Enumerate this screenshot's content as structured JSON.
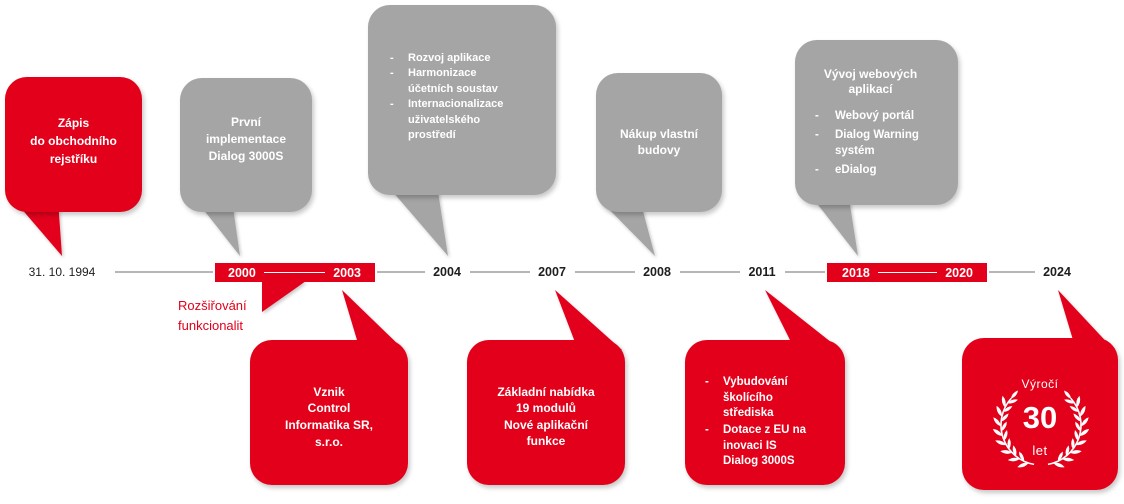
{
  "colors": {
    "red": "#e2001a",
    "gray": "#a5a5a5",
    "line": "#9d9d9d",
    "dark_text": "#1e1e1e",
    "light_text": "#ffffff"
  },
  "list_marker": "-",
  "timeline": {
    "start_date": "31. 10. 1994",
    "ranges": [
      {
        "from": "2000",
        "to": "2003"
      },
      {
        "from": "2018",
        "to": "2020"
      }
    ],
    "years": [
      "2004",
      "2007",
      "2008",
      "2011",
      "2024"
    ]
  },
  "above": {
    "registration": "Zápis\ndo obchodního\nrejstříku",
    "first_implementation": "První\nimplementace\nDialog 3000S",
    "development": {
      "items": [
        "Rozvoj aplikace",
        "Harmonizace\núčetních soustav",
        "Internacionalizace\nuživatelského\nprostředí"
      ]
    },
    "own_building": "Nákup vlastní\nbudovy",
    "web_apps": {
      "heading": "Vývoj webových\naplikací",
      "items": [
        "Webový portál",
        "Dialog Warning\nsystém",
        "eDialog"
      ]
    }
  },
  "below": {
    "functionality_label": "Rozšiřování\nfunkcionalit",
    "company_founding": "Vznik\nControl\nInformatika SR,\ns.r.o.",
    "basic_offer": "Základní nabídka\n19 modulů\nNové aplikační\nfunkce",
    "training_center": {
      "items": [
        "Vybudování\nškolícího\nstřediska",
        "Dotace z EU na\ninovaci IS\nDialog 3000S"
      ]
    },
    "anniversary": {
      "label_top": "Výročí",
      "number": "30",
      "label_bottom": "let",
      "icon": "laurel-wreath-icon"
    }
  }
}
